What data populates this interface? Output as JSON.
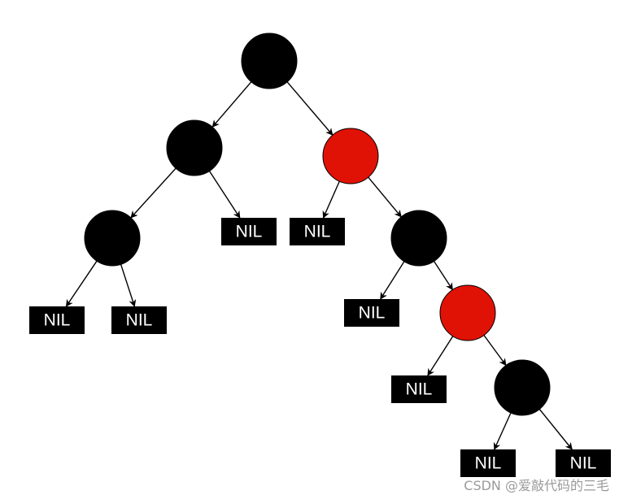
{
  "tree": {
    "colors": {
      "black": "#000000",
      "red": "#e01205",
      "edge": "#000000"
    },
    "nodes": [
      {
        "id": "n1",
        "color": "black"
      },
      {
        "id": "n2",
        "color": "black"
      },
      {
        "id": "n3",
        "color": "red"
      },
      {
        "id": "n4",
        "color": "black"
      },
      {
        "id": "n5",
        "color": "black"
      },
      {
        "id": "n6",
        "color": "red"
      },
      {
        "id": "n7",
        "color": "black"
      }
    ],
    "nil_label": "NIL",
    "edges": [
      [
        "n1",
        "n2"
      ],
      [
        "n1",
        "n3"
      ],
      [
        "n2",
        "n4"
      ],
      [
        "n2",
        "nil1"
      ],
      [
        "n3",
        "nil2"
      ],
      [
        "n3",
        "n5"
      ],
      [
        "n4",
        "nil3"
      ],
      [
        "n4",
        "nil4"
      ],
      [
        "n5",
        "nil5"
      ],
      [
        "n5",
        "n6"
      ],
      [
        "n6",
        "nil6"
      ],
      [
        "n6",
        "n7"
      ],
      [
        "n7",
        "nil7"
      ],
      [
        "n7",
        "nil8"
      ]
    ]
  },
  "watermark": "CSDN @爱敲代码的三毛"
}
